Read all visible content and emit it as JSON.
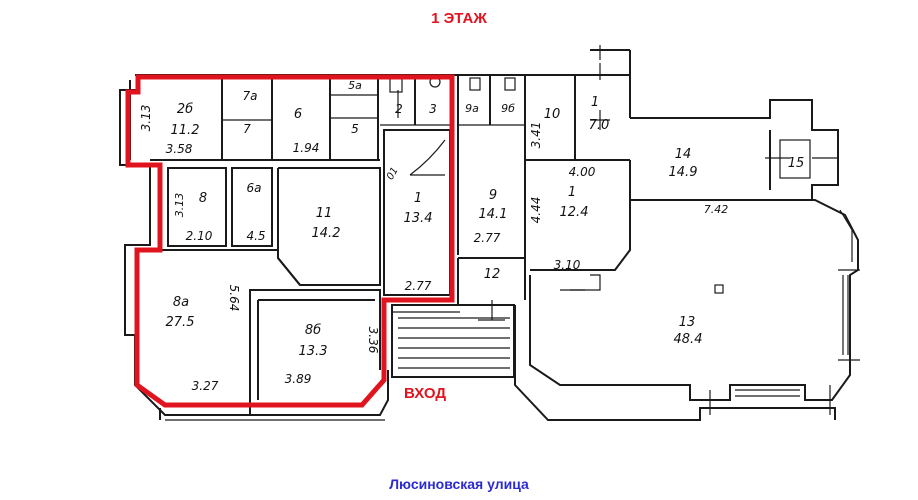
{
  "floor_title": "1 ЭТАЖ",
  "entrance_label": "ВХОД",
  "street_label": "Люсиновская улица",
  "colors": {
    "highlight": "#e0141e",
    "street": "#2b2bd0",
    "lines": "#1a1a1a"
  },
  "room_labels": [
    {
      "text": "2б"
    },
    {
      "text": "11.2"
    },
    {
      "text": "7а"
    },
    {
      "text": "7"
    },
    {
      "text": "6"
    },
    {
      "text": "5а"
    },
    {
      "text": "5"
    },
    {
      "text": "2"
    },
    {
      "text": "3"
    },
    {
      "text": "8"
    },
    {
      "text": "6а"
    },
    {
      "text": "11"
    },
    {
      "text": "14.2"
    },
    {
      "text": "1"
    },
    {
      "text": "13.4"
    },
    {
      "text": "9а"
    },
    {
      "text": "9б"
    },
    {
      "text": "10"
    },
    {
      "text": "1"
    },
    {
      "text": "7.0"
    },
    {
      "text": "9"
    },
    {
      "text": "14.1"
    },
    {
      "text": "1"
    },
    {
      "text": "12.4"
    },
    {
      "text": "14"
    },
    {
      "text": "14.9"
    },
    {
      "text": "15"
    },
    {
      "text": "12"
    },
    {
      "text": "8а"
    },
    {
      "text": "27.5"
    },
    {
      "text": "8б"
    },
    {
      "text": "13.3"
    },
    {
      "text": "13"
    },
    {
      "text": "48.4"
    }
  ],
  "dimension_labels": [
    {
      "text": "3.13"
    },
    {
      "text": "3.58"
    },
    {
      "text": "1.94"
    },
    {
      "text": "3.13"
    },
    {
      "text": "2.10"
    },
    {
      "text": "4.5"
    },
    {
      "text": "5.64"
    },
    {
      "text": "3.27"
    },
    {
      "text": "3.89"
    },
    {
      "text": "3.36"
    },
    {
      "text": "2.77"
    },
    {
      "text": "2.77"
    },
    {
      "text": "3.41"
    },
    {
      "text": "4.00"
    },
    {
      "text": "4.44"
    },
    {
      "text": "3.10"
    },
    {
      "text": "7.42"
    },
    {
      "text": "10"
    },
    {
      "text": "01"
    }
  ]
}
